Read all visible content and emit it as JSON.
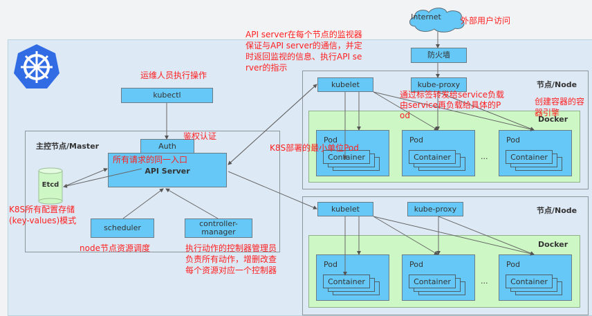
{
  "internet": "Internet",
  "firewall": "防火墙",
  "master": {
    "title": "主控节点/Master",
    "kubectl": "kubectl",
    "auth": "Auth",
    "api_server": "API Server",
    "etcd": "Etcd",
    "scheduler": "scheduler",
    "controller_manager": "controller-\nmanager"
  },
  "nodes": [
    {
      "title": "节点/Node",
      "kubelet": "kubelet",
      "kube_proxy": "kube-proxy",
      "docker": "Docker",
      "pods": [
        {
          "label": "Pod",
          "container": "Container"
        },
        {
          "label": "Pod",
          "container": "Container"
        },
        {
          "label": "Pod",
          "container": "Container"
        }
      ],
      "ellipsis": "..."
    },
    {
      "title": "节点/Node",
      "kubelet": "kubelet",
      "kube_proxy": "kube-proxy",
      "docker": "Docker",
      "pods": [
        {
          "label": "Pod",
          "container": "Container"
        },
        {
          "label": "Pod",
          "container": "Container"
        },
        {
          "label": "Pod",
          "container": "Container"
        }
      ],
      "ellipsis": "..."
    }
  ],
  "annotations": {
    "kubelet_note": "API server在每个节点的监视器\n保证与API server的通信，并定\n时返回监视的信息、执行API se\nrver的指示",
    "kubectl_note": "运维人员执行操作",
    "auth_note": "鉴权认证",
    "api_note": "所有请求的同一入口",
    "pod_note": "K8S部署的最小单位Pod",
    "internet_note": "外部用户访问",
    "proxy_note": "通过标签转发给service负载\n由service再负载给具体的P\nod",
    "docker_note": "创建容器的容\n器引擎",
    "etcd_note": "K8S所有配置存储\n(key-values)模式",
    "scheduler_note": "node节点资源调度",
    "controller_note": "执行动作的控制器管理员\n负责所有动作，增删改查\n每个资源对应一个控制器"
  },
  "colors": {
    "component": "#66c8f6",
    "docker": "#cdf7c4",
    "annotation": "#ff2020",
    "logo": "#326ce5"
  }
}
